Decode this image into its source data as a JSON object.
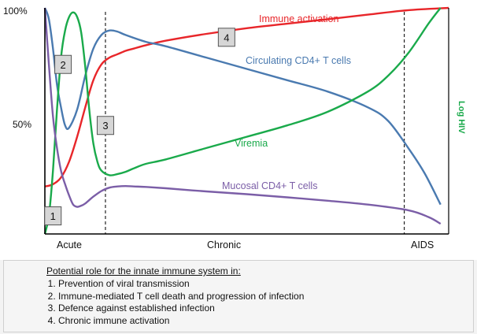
{
  "chart_data": {
    "type": "line",
    "y_ticks": [
      "100%",
      "50%"
    ],
    "right_axis_label": "Log HIV",
    "phases": [
      "Acute",
      "Chronic",
      "AIDS"
    ],
    "series": [
      {
        "name": "Immune activation",
        "color": "#e8262a",
        "x": [
          0,
          2,
          4,
          6,
          8,
          10,
          12,
          14,
          16,
          18,
          20,
          22,
          25,
          30,
          40,
          50,
          60,
          70,
          80,
          90,
          100
        ],
        "y": [
          21,
          22,
          25,
          32,
          43,
          56,
          68,
          75,
          78,
          79.5,
          81,
          82,
          83.5,
          85.5,
          88.5,
          91,
          93,
          95,
          97,
          99,
          100
        ]
      },
      {
        "name": "Circulating CD4+ T cells",
        "color": "#4a7ab0",
        "x": [
          0,
          1,
          2,
          3,
          4,
          5,
          6,
          8,
          10,
          12,
          14,
          16,
          18,
          20,
          25,
          30,
          40,
          50,
          60,
          70,
          80,
          85,
          90,
          94,
          98
        ],
        "y": [
          100,
          95,
          82,
          66,
          56,
          48,
          47,
          55,
          70,
          82,
          88,
          90,
          89.5,
          88,
          85,
          83,
          78,
          73,
          68,
          63,
          56,
          50,
          38,
          27,
          13
        ]
      },
      {
        "name": "Viremia",
        "color": "#1aaa4b",
        "x": [
          0,
          1,
          2,
          3,
          4,
          5,
          6,
          7,
          8,
          9,
          10,
          11,
          12,
          13,
          14,
          16,
          18,
          20,
          22,
          25,
          30,
          40,
          50,
          60,
          70,
          80,
          85,
          90,
          95,
          98
        ],
        "y": [
          0,
          8,
          28,
          55,
          78,
          90,
          96,
          98,
          96,
          89,
          74,
          55,
          40,
          32,
          28,
          26,
          26.5,
          27.5,
          29,
          31,
          33,
          38,
          43,
          48,
          54,
          63,
          70,
          80,
          93,
          100
        ]
      },
      {
        "name": "Mucosal CD4+ T cells",
        "color": "#7b5ea7",
        "x": [
          0,
          1,
          2,
          3,
          4,
          5,
          6,
          7,
          8,
          9,
          10,
          12,
          14,
          16,
          18,
          20,
          22,
          25,
          30,
          40,
          50,
          60,
          70,
          80,
          90,
          95,
          98
        ],
        "y": [
          100,
          75,
          52,
          38,
          28,
          22,
          17,
          13,
          12,
          12.5,
          13.5,
          16.5,
          19,
          20.5,
          21,
          21.2,
          21,
          20.8,
          20.2,
          18.8,
          17.6,
          16.2,
          14.7,
          13,
          10.5,
          7.5,
          4.5
        ]
      }
    ],
    "markers": [
      {
        "label": "1",
        "x": 2,
        "y": 8
      },
      {
        "label": "2",
        "x": 4.5,
        "y": 75
      },
      {
        "label": "3",
        "x": 15,
        "y": 48
      },
      {
        "label": "4",
        "x": 45,
        "y": 87
      }
    ],
    "phase_boundaries": [
      15,
      89
    ]
  },
  "notes": {
    "title": "Potential role for the innate immune system in:",
    "items": [
      "Prevention of viral transmission",
      "Immune-mediated T cell death and progression of infection",
      "Defence against established infection",
      "Chronic immune activation"
    ]
  }
}
